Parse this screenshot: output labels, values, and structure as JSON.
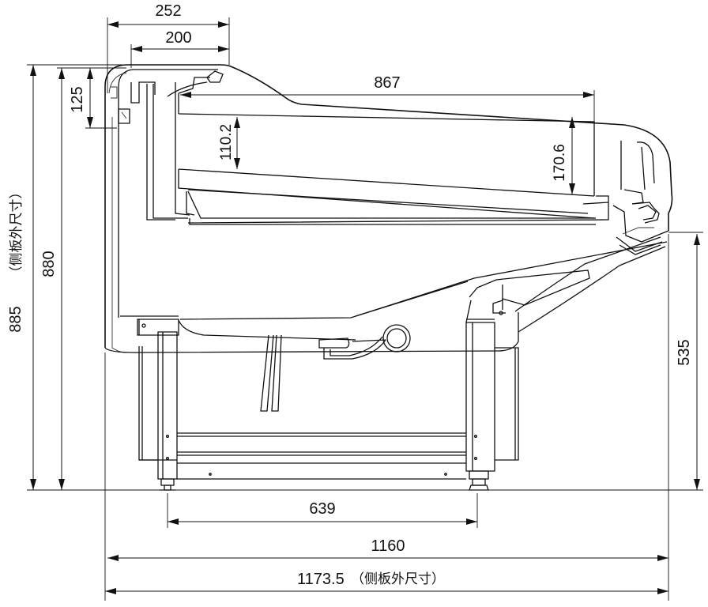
{
  "drawing": {
    "dimensions": {
      "top_overall": "252",
      "top_inner": "200",
      "shelf_width": "867",
      "top_edge_height": "125",
      "rear_shelf_height": "110.2",
      "front_shelf_height": "170.6",
      "left_outer_height": "885",
      "left_inner_height": "880",
      "front_height": "535",
      "feet_spacing": "639",
      "overall_depth": "1160",
      "overall_depth_side_panel": "1173.5",
      "side_panel_note": "（侧板外尺寸）"
    },
    "colors": {
      "line": "#111111",
      "background": "#ffffff"
    }
  }
}
